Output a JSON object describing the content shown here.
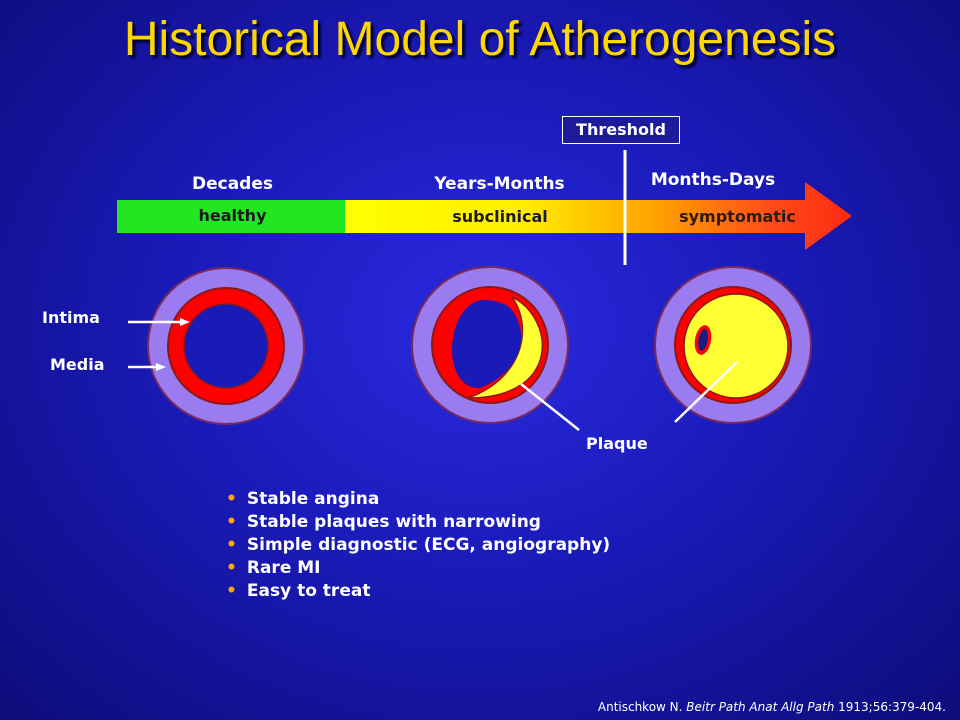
{
  "title": "Historical Model of Atherogenesis",
  "threshold": {
    "label": "Threshold"
  },
  "stages": [
    {
      "period": "Decades",
      "state": "healthy"
    },
    {
      "period": "Years-Months",
      "state": "subclinical"
    },
    {
      "period": "Months-Days",
      "state": "symptomatic"
    }
  ],
  "labels": {
    "intima": "Intima",
    "media": "Media",
    "plaque": "Plaque"
  },
  "bullets": [
    "Stable angina",
    "Stable plaques with narrowing",
    "Simple diagnostic (ECG, angiography)",
    "Rare MI",
    "Easy to treat"
  ],
  "citation": {
    "author": "Antischkow N.",
    "journal": "Beitr Path Anat Allg Path",
    "ref": "1913;56:379-404."
  },
  "colors": {
    "title": "#ffd700",
    "healthy": "#22e622",
    "subclinical": "#ffff00",
    "symptomatic": "#ff3b1a",
    "media": "#9b7cf0",
    "intima": "#ff0000",
    "plaque": "#ffff33",
    "bullet": "#ffa500"
  }
}
